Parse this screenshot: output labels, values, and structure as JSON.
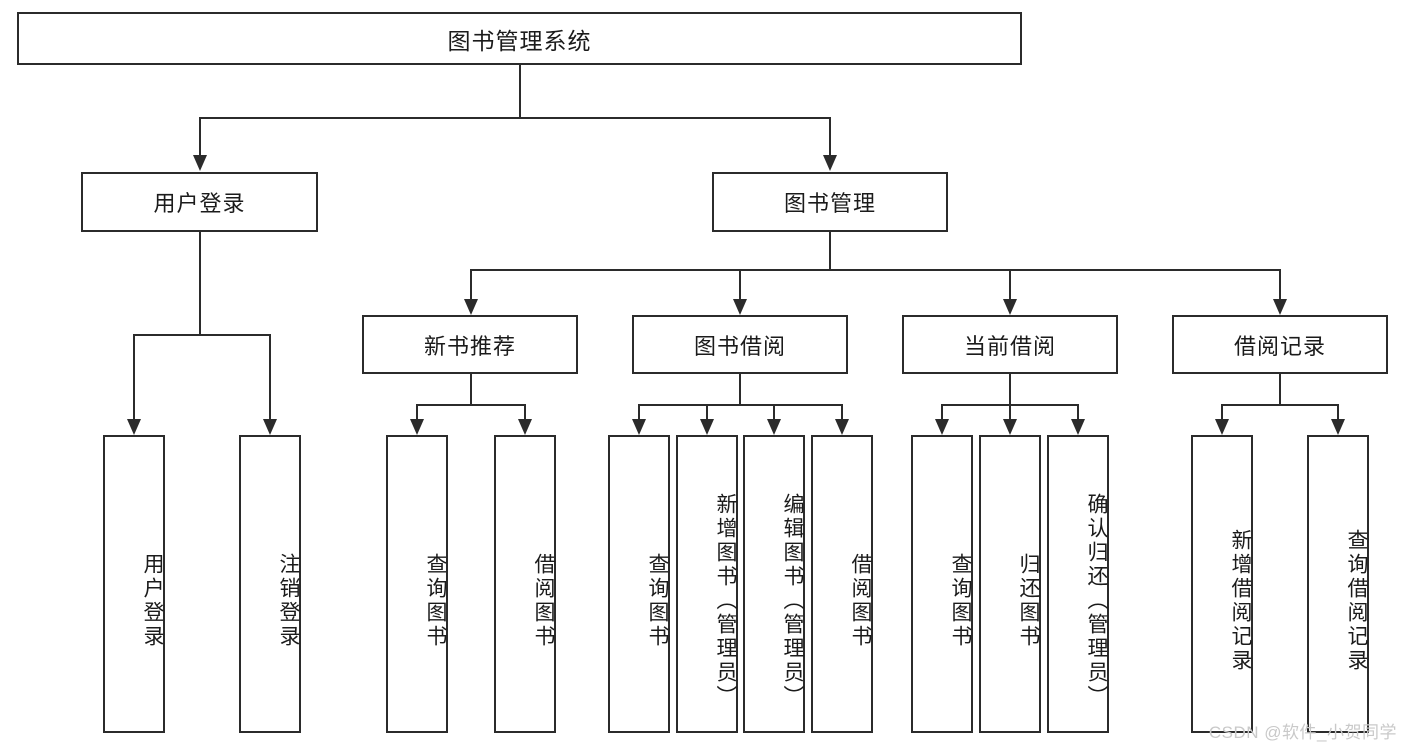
{
  "diagram": {
    "title": "图书管理系统",
    "type": "tree",
    "root": {
      "label": "图书管理系统"
    },
    "level1": [
      {
        "label": "用户登录"
      },
      {
        "label": "图书管理"
      }
    ],
    "level2": [
      {
        "label": "新书推荐"
      },
      {
        "label": "图书借阅"
      },
      {
        "label": "当前借阅"
      },
      {
        "label": "借阅记录"
      }
    ],
    "leaves": {
      "user_login": [
        {
          "label": "用户登录"
        },
        {
          "label": "注销登录"
        }
      ],
      "new_book_recommend": [
        {
          "label": "查询图书"
        },
        {
          "label": "借阅图书"
        }
      ],
      "book_borrow": [
        {
          "label": "查询图书"
        },
        {
          "label": "新增图书（管理员）"
        },
        {
          "label": "编辑图书（管理员）"
        },
        {
          "label": "借阅图书"
        }
      ],
      "current_borrow": [
        {
          "label": "查询图书"
        },
        {
          "label": "归还图书"
        },
        {
          "label": "确认归还（管理员）"
        }
      ],
      "borrow_record": [
        {
          "label": "新增借阅记录"
        },
        {
          "label": "查询借阅记录"
        }
      ]
    }
  },
  "watermark": {
    "text": "CSDN @软件_小贺同学"
  },
  "colors": {
    "stroke": "#2b2b2b",
    "background": "#ffffff",
    "watermark": "#c9c9c9"
  }
}
